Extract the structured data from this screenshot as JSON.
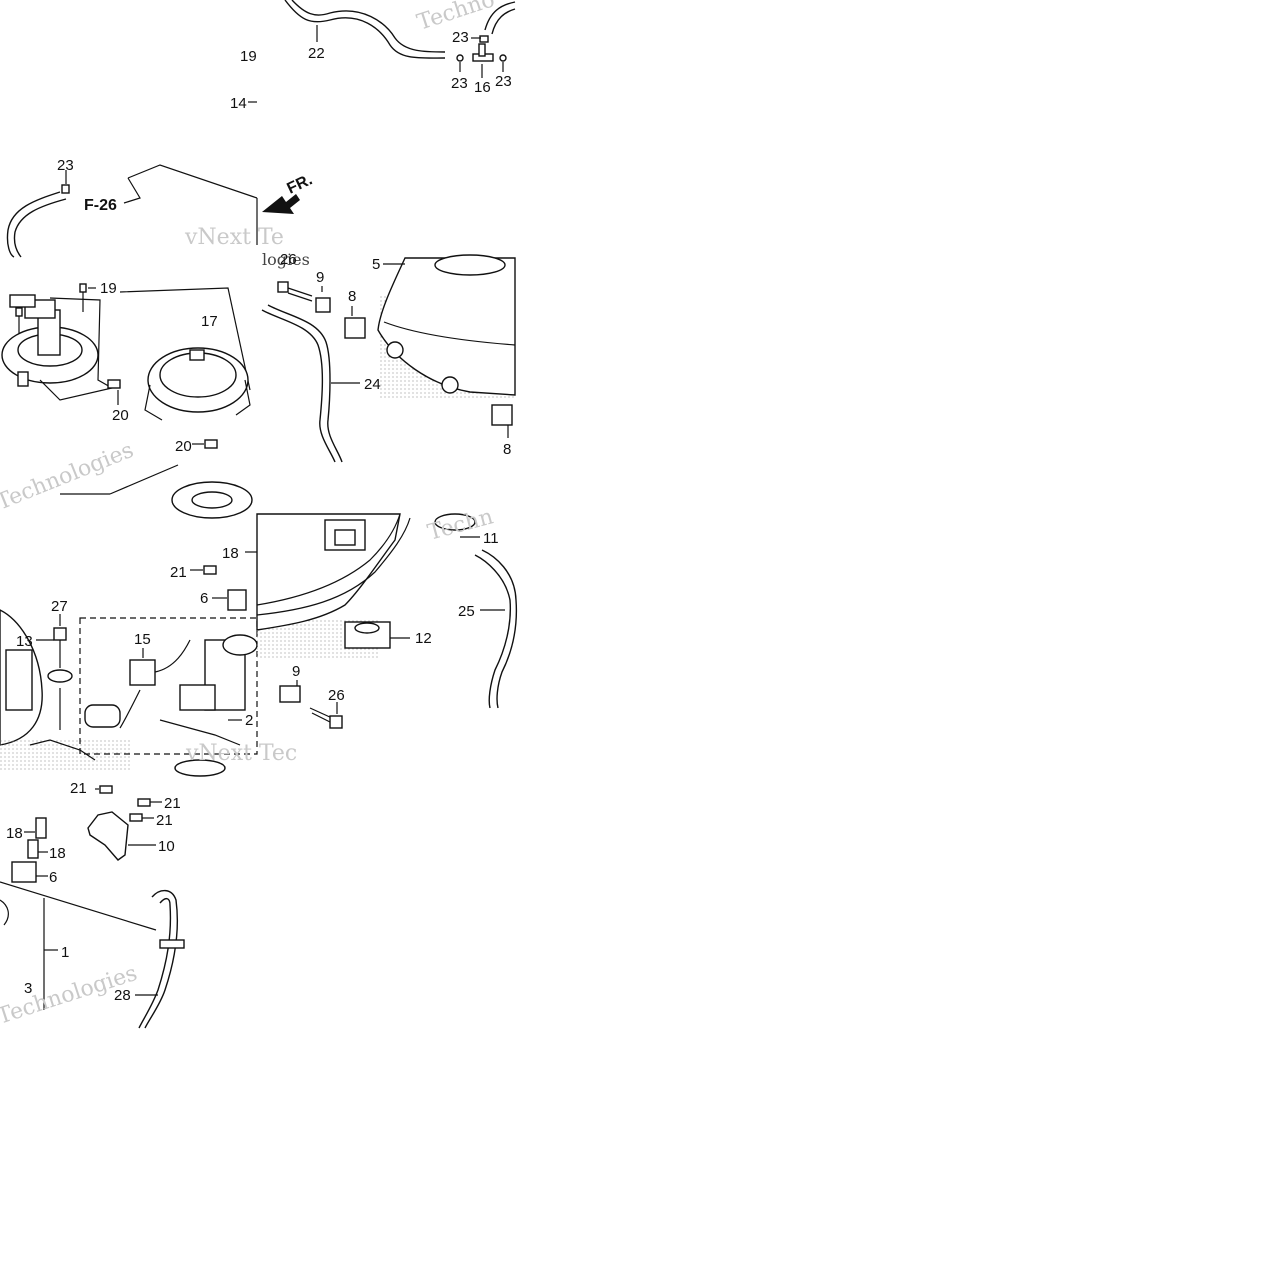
{
  "tiles": [
    {
      "id": "tile-1-1",
      "labels": [
        "19",
        "22",
        "14",
        "23",
        "23",
        "16",
        "23"
      ],
      "watermark": "Techno"
    },
    {
      "id": "tile-2-0",
      "labels": [
        "23",
        "F-26",
        "FR."
      ],
      "watermark": "vNext Te"
    },
    {
      "id": "tile-3-0",
      "labels": [
        "19",
        "17",
        "20",
        "20"
      ],
      "watermark": "Technologies"
    },
    {
      "id": "tile-3-1",
      "labels": [
        "26",
        "9",
        "8",
        "5",
        "24",
        "8"
      ],
      "watermark": "logies"
    },
    {
      "id": "tile-4-0",
      "labels": [
        "18",
        "21",
        "6",
        "27",
        "13",
        "15",
        "2"
      ],
      "watermark": "vNext Tec"
    },
    {
      "id": "tile-4-1",
      "labels": [
        "11",
        "25",
        "12",
        "9",
        "26"
      ],
      "watermark": "Techn"
    },
    {
      "id": "tile-5-0",
      "labels": [
        "21",
        "21",
        "21",
        "18",
        "10",
        "18",
        "6",
        "1",
        "3",
        "28"
      ],
      "watermark": "Technologies"
    }
  ],
  "colors": {
    "line": "#111111",
    "watermark": "#c9c9c9",
    "background": "#ffffff"
  }
}
